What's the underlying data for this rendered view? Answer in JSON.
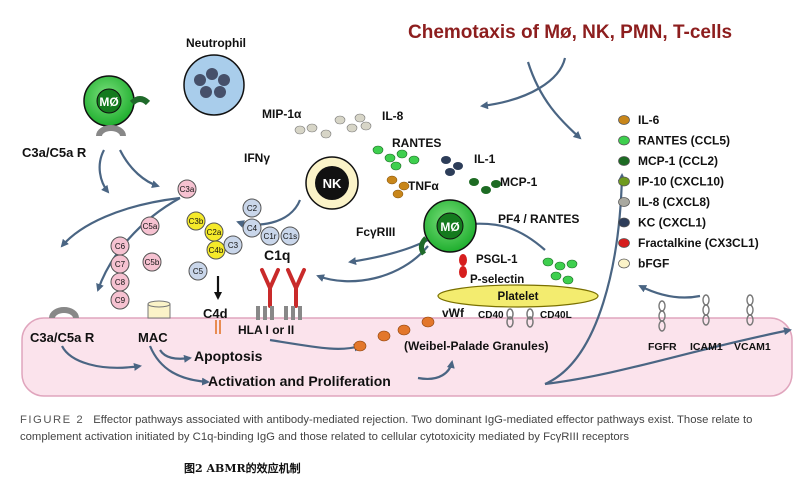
{
  "title": "Chemotaxis of Mø, NK, PMN, T-cells",
  "cells": {
    "macrophage_top": "MØ",
    "neutrophil": "Neutrophil",
    "nk": "NK",
    "macrophage_right": "MØ"
  },
  "labels": {
    "c3a_c5a_r_top": "C3a/C5a R",
    "c3a_c5a_r_bottom": "C3a/C5a R",
    "mac": "MAC",
    "mip1a": "MIP-1α",
    "il8": "IL-8",
    "rantes": "RANTES",
    "ifng": "IFNγ",
    "il1": "IL-1",
    "tnfa": "TNFα",
    "mcp1": "MCP-1",
    "fcgriii": "FcγRIII",
    "c1q": "C1q",
    "c4d": "C4d",
    "hla": "HLA  I or II",
    "pf4_rantes": "PF4 / RANTES",
    "psgl1": "PSGL-1",
    "pselectin": "P-selectin",
    "platelet": "Platelet",
    "vwf": "vWf",
    "cd40": "CD40",
    "cd40l": "CD40L",
    "weibel": "(Weibel-Palade Granules)",
    "apoptosis": "Apoptosis",
    "activation": "Activation and Proliferation",
    "fgfr": "FGFR",
    "icam1": "ICAM1",
    "vcam1": "VCAM1"
  },
  "complement": {
    "c3a": "C3a",
    "c5a": "C5a",
    "c6": "C6",
    "c7": "C7",
    "c8": "C8",
    "c9": "C9",
    "c5b": "C5b",
    "c5": "C5",
    "c3b": "C3b",
    "c2a": "C2a",
    "c4b": "C4b",
    "c3": "C3",
    "c2": "C2",
    "c4": "C4",
    "c1r": "C1r",
    "c1s": "C1s"
  },
  "legend": [
    {
      "label": "IL-6",
      "color": "#c8861a"
    },
    {
      "label": "RANTES (CCL5)",
      "color": "#3ecf4e"
    },
    {
      "label": "MCP-1 (CCL2)",
      "color": "#1d6b23"
    },
    {
      "label": "IP-10 (CXCL10)",
      "color": "#6e9a1f"
    },
    {
      "label": "IL-8 (CXCL8)",
      "color": "#a9a9a0"
    },
    {
      "label": "KC (CXCL1)",
      "color": "#2d3d59"
    },
    {
      "label": "Fractalkine (CX3CL1)",
      "color": "#d61e1e"
    },
    {
      "label": "bFGF",
      "color": "#fbf3c8"
    }
  ],
  "caption": {
    "figure": "FIGURE 2",
    "text": "Effector pathways associated with antibody-mediated rejection. Two dominant IgG-mediated effector pathways exist. Those relate to complement activation initiated by C1q-binding IgG and those related to cellular cytotoxicity mediated by FcγRIII receptors",
    "chinese": "图2   ABMR的效应机制"
  }
}
